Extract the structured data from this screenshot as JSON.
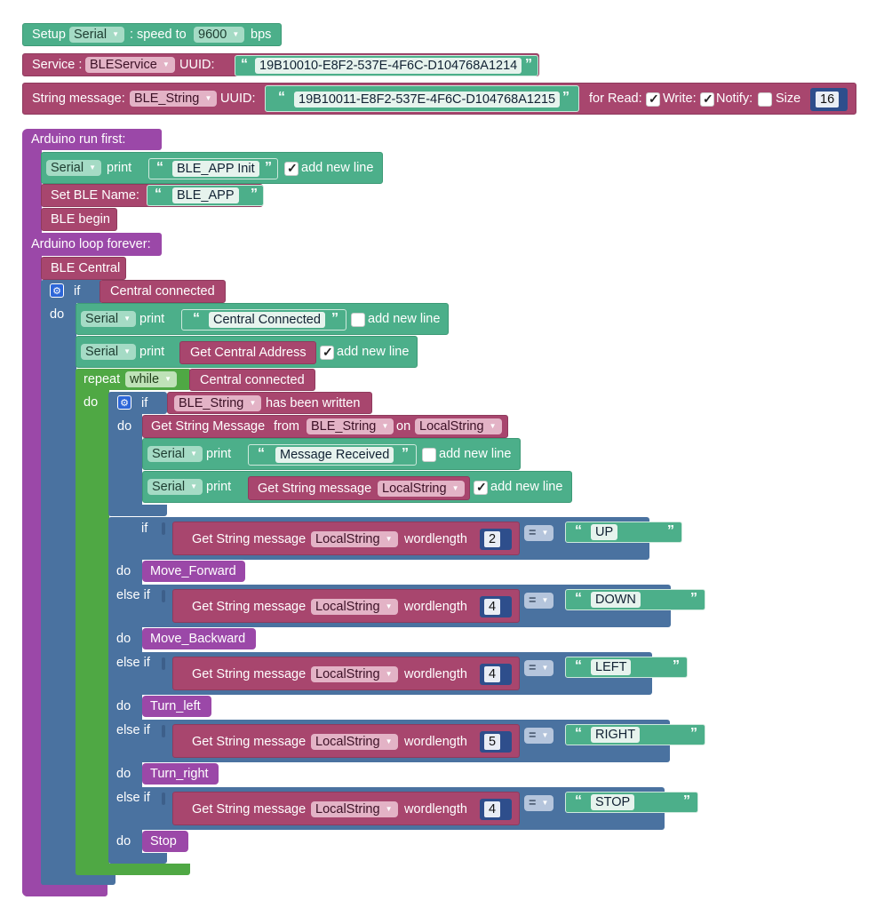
{
  "setup": {
    "label_setup": "Setup",
    "port": "Serial",
    "label_speed": ": speed to",
    "speed": "9600",
    "label_bps": "bps"
  },
  "service": {
    "label": "Service :",
    "name": "BLEService",
    "label_uuid": "UUID:",
    "uuid": "19B10010-E8F2-537E-4F6C-D104768A1214"
  },
  "string_char": {
    "label": "String message:",
    "name": "BLE_String",
    "label_uuid": "UUID:",
    "uuid": "19B10011-E8F2-537E-4F6C-D104768A1215",
    "label_read": "for Read:",
    "read": true,
    "label_write": "Write:",
    "write": true,
    "label_notify": "Notify:",
    "notify": false,
    "label_size": "Size",
    "size": "16"
  },
  "run_first": {
    "label": "Arduino run first:",
    "print1": {
      "port": "Serial",
      "label_print": "print",
      "text": "BLE_APP Init",
      "newline_label": "add new line",
      "newline": true
    },
    "set_name": {
      "label": "Set BLE Name:",
      "name": "BLE_APP"
    },
    "begin": "BLE begin"
  },
  "loop": {
    "label": "Arduino loop forever:",
    "central": "BLE Central",
    "if_label": "if",
    "do_label": "do",
    "condition": "Central connected",
    "print2": {
      "port": "Serial",
      "label_print": "print",
      "text": "Central Connected",
      "newline_label": "add new line",
      "newline": false
    },
    "print3": {
      "port": "Serial",
      "label_print": "print",
      "value": "Get Central Address",
      "newline_label": "add new line",
      "newline": true
    },
    "repeat": {
      "label": "repeat",
      "mode": "while",
      "condition": "Central connected",
      "do_label": "do"
    },
    "inner_if": {
      "if_label": "if",
      "var": "BLE_String",
      "written_label": "has been written",
      "do_label": "do",
      "get_msg": {
        "label": "Get String Message",
        "from_label": "from",
        "from": "BLE_String",
        "on_label": "on",
        "on": "LocalString"
      },
      "print4": {
        "port": "Serial",
        "label_print": "print",
        "text": "Message Received",
        "newline_label": "add new line",
        "newline": false
      },
      "print5": {
        "port": "Serial",
        "label_print": "print",
        "get_label": "Get String message",
        "var": "LocalString",
        "newline_label": "add new line",
        "newline": true
      }
    },
    "chain": {
      "if_label": "if",
      "elseif_label": "else if",
      "do_label": "do",
      "get_label": "Get String message",
      "var": "LocalString",
      "wl_label": "wordlength",
      "op": "=",
      "branches": [
        {
          "len": "2",
          "cmd": "UP",
          "action": "Move_Forward"
        },
        {
          "len": "4",
          "cmd": "DOWN",
          "action": "Move_Backward"
        },
        {
          "len": "4",
          "cmd": "LEFT",
          "action": "Turn_left"
        },
        {
          "len": "5",
          "cmd": "RIGHT",
          "action": "Turn_right"
        },
        {
          "len": "4",
          "cmd": "STOP",
          "action": "Stop"
        }
      ]
    }
  }
}
